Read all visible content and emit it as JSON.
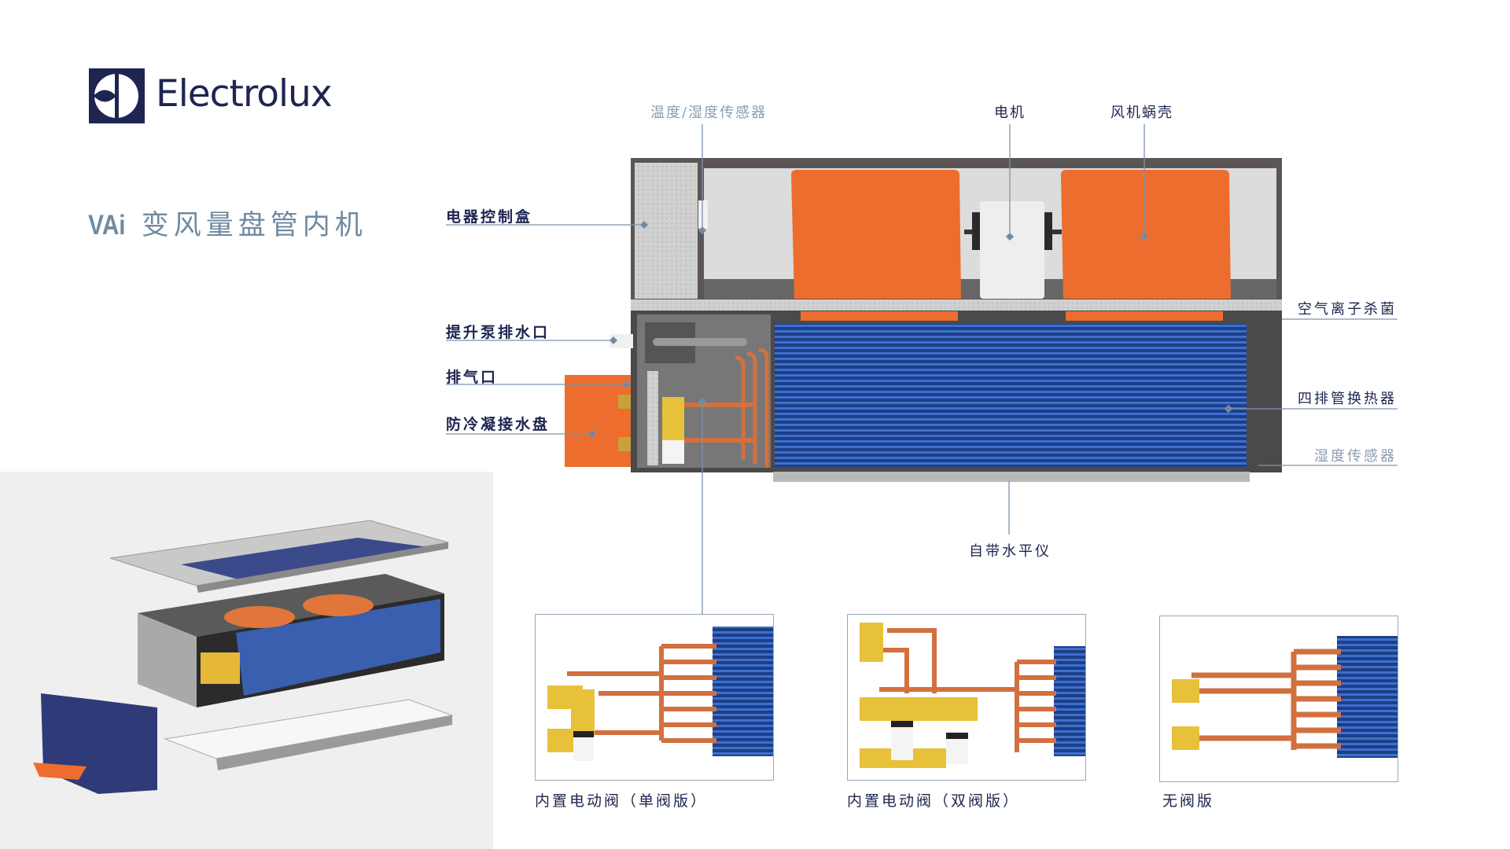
{
  "brand": {
    "name": "Electrolux",
    "color": "#1f2551"
  },
  "title": {
    "model": "VAi",
    "name": "变风量盘管内机"
  },
  "callouts": {
    "control_box": "电器控制盒",
    "pump_drain": "提升泵排水口",
    "air_vent": "排气口",
    "condensate_tray": "防冷凝接水盘",
    "temp_humidity_sensor": "温度/湿度传感器",
    "motor": "电机",
    "fan_volute": "风机蜗壳",
    "ion_sterilization": "空气离子杀菌",
    "heat_exchanger": "四排管换热器",
    "humidity_sensor": "湿度传感器",
    "level_gauge": "自带水平仪"
  },
  "variants": [
    {
      "caption": "内置电动阀（单阀版）"
    },
    {
      "caption": "内置电动阀（双阀版）"
    },
    {
      "caption": "无阀版"
    }
  ],
  "colors": {
    "accent_orange": "#ec6d2e",
    "coil_blue": "#2a56a8",
    "copper": "#d2703f",
    "brass": "#e8c13a",
    "label_navy": "#1d2550",
    "label_muted": "#8b9db1"
  }
}
